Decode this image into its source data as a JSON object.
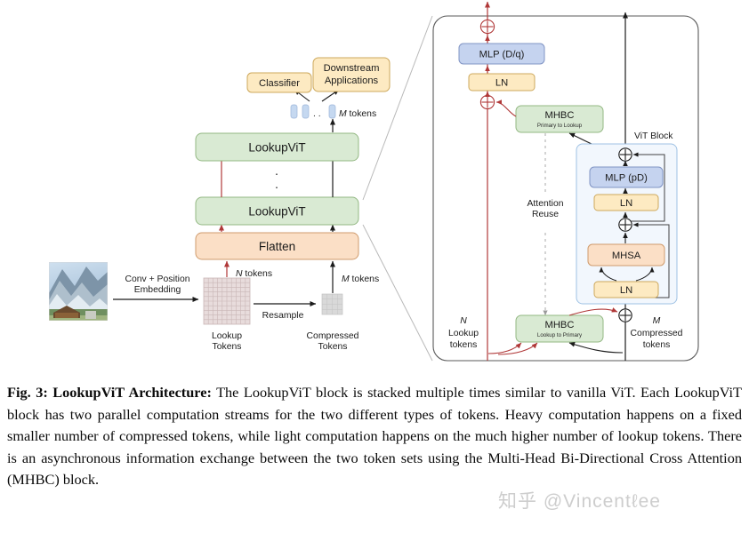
{
  "figure": {
    "left_panel": {
      "source_image_alt": "mountain-landscape-photo",
      "arrow_labels": {
        "conv_pos_embed_line1": "Conv + Position",
        "conv_pos_embed_line2": "Embedding",
        "resample": "Resample",
        "n_tokens_italic": "N",
        "n_tokens_rest": " tokens",
        "m_tokens_italic": "M",
        "m_tokens_rest": " tokens"
      },
      "grids": {
        "lookup_caption_line1": "Lookup",
        "lookup_caption_line2": "Tokens",
        "lookup_cols": 10,
        "lookup_rows": 10,
        "lookup_color": "#e8dcdc",
        "compressed_caption_line1": "Compressed",
        "compressed_caption_line2": "Tokens",
        "compressed_cols": 4,
        "compressed_rows": 4,
        "compressed_color": "#d9d9d9"
      },
      "blocks": [
        {
          "id": "flatten",
          "label": "Flatten",
          "fill": "#fbdfc6",
          "stroke": "#cf9b6d"
        },
        {
          "id": "lookupvit_1",
          "label": "LookupViT",
          "fill": "#d9ead3",
          "stroke": "#93b883"
        },
        {
          "id": "lookupvit_n",
          "label": "LookupViT",
          "fill": "#d9ead3",
          "stroke": "#93b883"
        },
        {
          "id": "classifier",
          "label": "Classifier",
          "fill": "#fdeac2",
          "stroke": "#cda85c"
        },
        {
          "id": "downstream",
          "label_line1": "Downstream",
          "label_line2": "Applications",
          "fill": "#fdeac2",
          "stroke": "#cda85c"
        }
      ],
      "vertical_dots": "·",
      "token_chip_color": "#c5d8f0",
      "token_chip_count": 3,
      "token_ellipsis": ". ."
    },
    "right_panel": {
      "outer_label_left": {
        "italic": "N",
        "line2": "Lookup",
        "line3": "tokens"
      },
      "outer_label_right": {
        "italic": "M",
        "line2": "Compressed",
        "line3": "tokens"
      },
      "vit_block_label": "ViT Block",
      "attention_reuse_line1": "Attention",
      "attention_reuse_line2": "Reuse",
      "blocks": [
        {
          "id": "mlp_dq",
          "label": "MLP (D/q)",
          "fill": "#c5d3ef",
          "stroke": "#8094c4"
        },
        {
          "id": "ln_top",
          "label": "LN",
          "fill": "#fdeac2",
          "stroke": "#cda85c"
        },
        {
          "id": "mhbc_p2l",
          "label": "MHBC",
          "sublabel": "Primary to Lookup",
          "fill": "#d9ead3",
          "stroke": "#93b883"
        },
        {
          "id": "mhbc_l2p",
          "label": "MHBC",
          "sublabel": "Lookup to Primary",
          "fill": "#d9ead3",
          "stroke": "#93b883"
        },
        {
          "id": "mlp_pd",
          "label": "MLP (pD)",
          "fill": "#c5d3ef",
          "stroke": "#8094c4"
        },
        {
          "id": "ln_mid",
          "label": "LN",
          "fill": "#fdeac2",
          "stroke": "#cda85c"
        },
        {
          "id": "mhsa",
          "label": "MHSA",
          "fill": "#fbdfc6",
          "stroke": "#cf9b6d"
        },
        {
          "id": "ln_bot",
          "label": "LN",
          "fill": "#fdeac2",
          "stroke": "#cda85c"
        }
      ],
      "residual_add_symbol": "⊕",
      "lookup_stream_color": "#b03838",
      "compressed_stream_color": "#1b1b1b"
    }
  },
  "caption": {
    "figure_number": "Fig. 3: ",
    "figure_title": "LookupViT Architecture:",
    "body": " The LookupViT block is stacked multiple times similar to vanilla ViT. Each LookupViT block has two parallel computation streams for the two different types of tokens. Heavy computation happens on a fixed smaller number of compressed tokens, while light computation happens on the much higher number of lookup tokens. There is an asynchronous information exchange between the two token sets using the Multi-Head Bi-Directional Cross Attention (MHBC) block."
  },
  "watermark": "知乎 @Vincentℓee"
}
